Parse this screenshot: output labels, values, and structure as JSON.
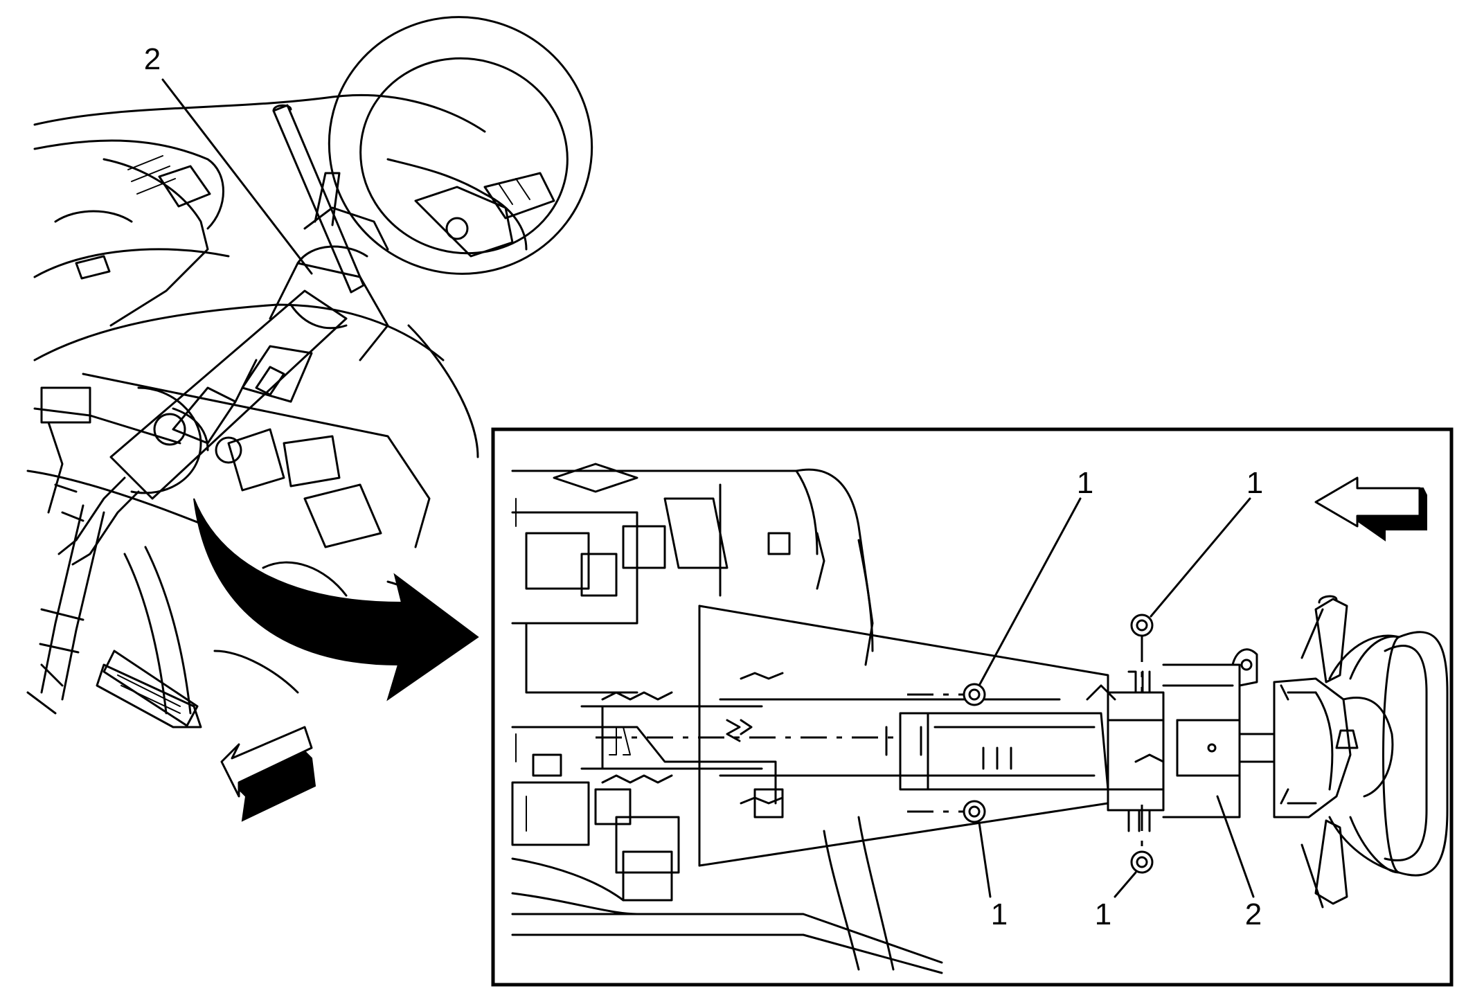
{
  "callouts": {
    "overview_column": "2",
    "nut_upper_left": "1",
    "nut_upper_right": "1",
    "nut_lower_left": "1",
    "nut_lower_right": "1",
    "detail_column": "2"
  },
  "colors": {
    "line": "#000000",
    "background": "#ffffff"
  }
}
